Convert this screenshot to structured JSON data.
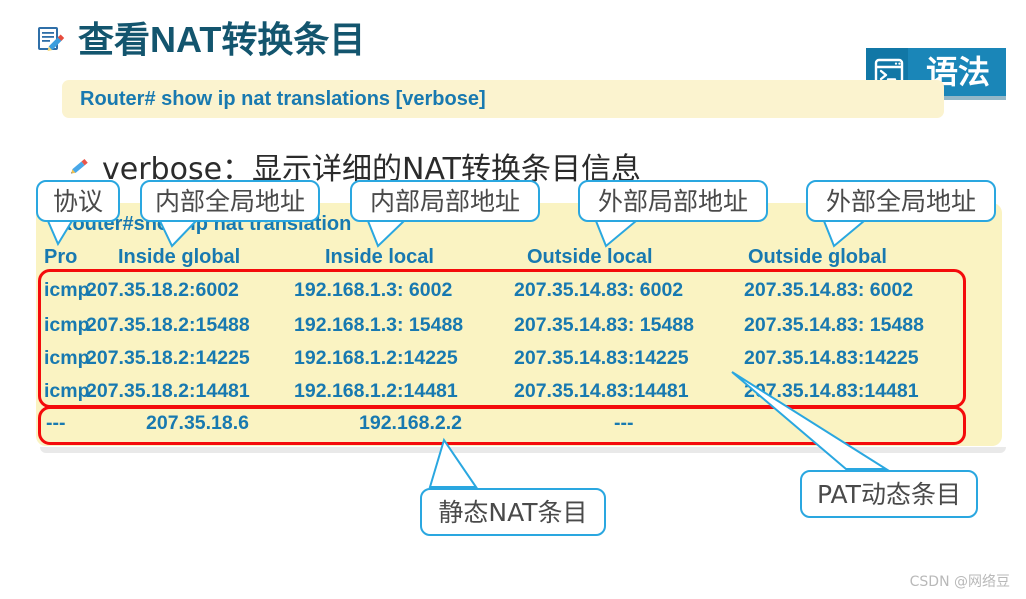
{
  "title": {
    "text": "查看NAT转换条目",
    "icon": "document-edit-icon"
  },
  "syntax_badge": {
    "label": "语法",
    "icon": "terminal-icon"
  },
  "command_bar": {
    "text": "Router# show ip nat translations [verbose]"
  },
  "verbose_note": {
    "icon": "pencil-icon",
    "text": "verbose：显示详细的NAT转换条目信息"
  },
  "cli": {
    "prompt": "Router#show ip nat translation",
    "headers": {
      "pro": "Pro",
      "inside_global": "Inside global",
      "inside_local": "Inside local",
      "outside_local": "Outside local",
      "outside_global": "Outside global"
    },
    "rows": [
      {
        "pro": "icmp",
        "inside_global": "207.35.18.2:6002",
        "inside_local": "192.168.1.3: 6002",
        "outside_local": "207.35.14.83: 6002",
        "outside_global": "207.35.14.83: 6002"
      },
      {
        "pro": "icmp",
        "inside_global": "207.35.18.2:15488",
        "inside_local": "192.168.1.3: 15488",
        "outside_local": "207.35.14.83: 15488",
        "outside_global": "207.35.14.83: 15488"
      },
      {
        "pro": "icmp",
        "inside_global": "207.35.18.2:14225",
        "inside_local": "192.168.1.2:14225",
        "outside_local": "207.35.14.83:14225",
        "outside_global": "207.35.14.83:14225"
      },
      {
        "pro": "icmp",
        "inside_global": "207.35.18.2:14481",
        "inside_local": "192.168.1.2:14481",
        "outside_local": "207.35.14.83:14481",
        "outside_global": "207.35.14.83:14481"
      }
    ],
    "static_row": {
      "pro": "---",
      "inside_global": "207.35.18.6",
      "inside_local": "192.168.2.2",
      "outside_local": "---"
    }
  },
  "callouts": {
    "protocol": "协议",
    "inside_global": "内部全局地址",
    "inside_local": "内部局部地址",
    "outside_local": "外部局部地址",
    "outside_global": "外部全局地址",
    "static_entry": "静态NAT条目",
    "pat_entry": "PAT动态条目"
  },
  "colors": {
    "title": "#13556e",
    "cli_text": "#1879b0",
    "panel_bg": "#faf3c2",
    "callout_border": "#2aa7e0",
    "highlight_red": "#f40b0b",
    "badge_blue": "#1a86b8"
  },
  "watermark": "CSDN @网络豆"
}
